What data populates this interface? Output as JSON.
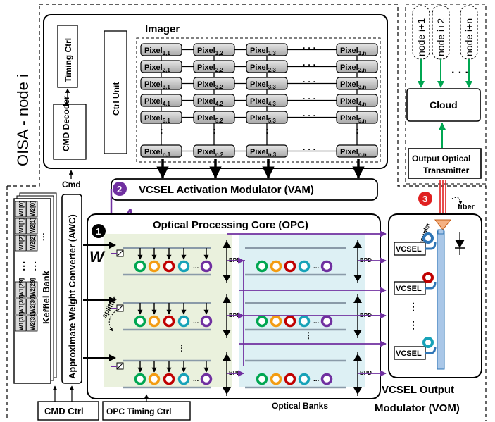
{
  "node_label": "OISA - node i",
  "imager": {
    "title": "Imager",
    "timing_ctrl": "Timing Ctrl",
    "cmd_decoder": "CMD Decoder",
    "ctrl_unit": "Ctrl Unit",
    "pixel_prefix": "Pixel",
    "row_subs": [
      "1",
      "2",
      "3",
      "4",
      "5",
      "n"
    ],
    "col_subs": [
      "1",
      "2",
      "3",
      "n"
    ],
    "ellipsis": "· · ·"
  },
  "cmd": "Cmd",
  "vam": {
    "badge": "2",
    "title": "VCSEL Activation Modulator (VAM)",
    "signal": "A"
  },
  "cloud": {
    "title": "Cloud",
    "nodes": [
      "node i+1",
      "node i+2",
      "node i+n"
    ]
  },
  "transmitter": {
    "line1": "Output Optical",
    "line2": "Transmitter"
  },
  "fiber": {
    "badge": "3",
    "label": "fiber"
  },
  "opc": {
    "badge": "1",
    "title": "Optical Processing Core (OPC)",
    "signal": "W",
    "splitter": "splitter",
    "bpd": "BPD",
    "banks_label": "Optical Banks"
  },
  "kernel": {
    "title": "Kernel Bank",
    "cells": [
      "W1[0]",
      "W1[1]",
      "W1[2]",
      "W1[29]",
      "W1[30]",
      "W1[31]",
      "W2[0]",
      "W2[1]",
      "W2[2]",
      "W2[29]",
      "W2[30]",
      "W2[31]"
    ]
  },
  "awc": {
    "title": "Approximate Weight Converter (AWC)"
  },
  "vom": {
    "title_line1": "VCSEL Output",
    "title_line2": "Modulator (VOM)",
    "vcsel": "VCSEL",
    "coupler": "coupler"
  },
  "bottom": {
    "cmd_ctrl": "CMD Ctrl",
    "opc_timing": "OPC Timing Ctrl"
  },
  "colors": {
    "purple": "#7030a0",
    "green": "#00a651",
    "red": "#e02020",
    "blue_ring": "#2e75b6",
    "panel": "#eaf1dd",
    "panel2": "#ddf0f4"
  }
}
